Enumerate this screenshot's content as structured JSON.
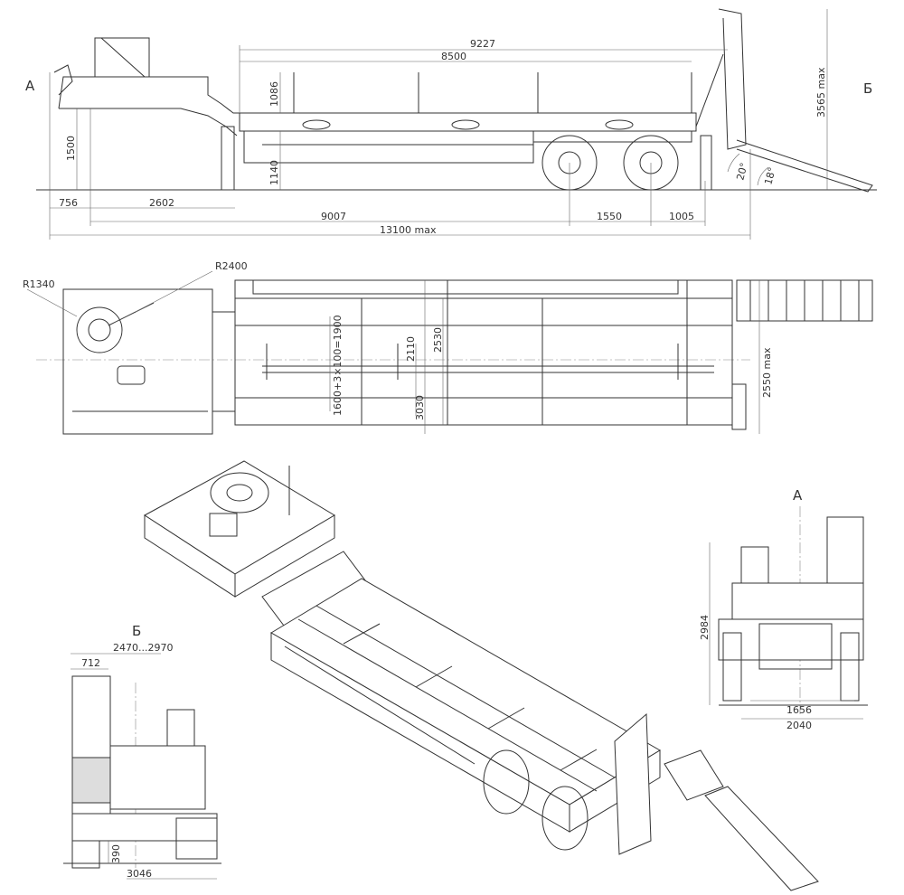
{
  "views": {
    "side": {
      "label_left": "А",
      "label_right": "Б",
      "dims": {
        "overall_ramp": "9227",
        "deck_length": "8500",
        "post_height": "1086",
        "front_height": "1500",
        "deck_height": "1140",
        "front_overhang": "756",
        "kingpin_to_deck": "2602",
        "kingpin_to_axle": "9007",
        "axle_spacing": "1550",
        "rear_overhang": "1005",
        "total_length": "13100 max",
        "total_height": "3565 max",
        "ramp_angle_1": "20°",
        "ramp_angle_2": "18°"
      }
    },
    "plan": {
      "dims": {
        "radius_front": "R1340",
        "radius_swing": "R2400",
        "pitch": "1600+3×100=1900",
        "inner_width": "2110",
        "deck_width": "2530",
        "outer_width": "3030",
        "total_width": "2550 max"
      }
    },
    "view_a": {
      "title": "А",
      "dims": {
        "height": "2984",
        "track": "1656",
        "width": "2040"
      }
    },
    "view_b": {
      "title": "Б",
      "dims": {
        "ramp_width": "712",
        "ramp_spread": "2470...2970",
        "low_height": "390",
        "width": "3046"
      }
    }
  }
}
